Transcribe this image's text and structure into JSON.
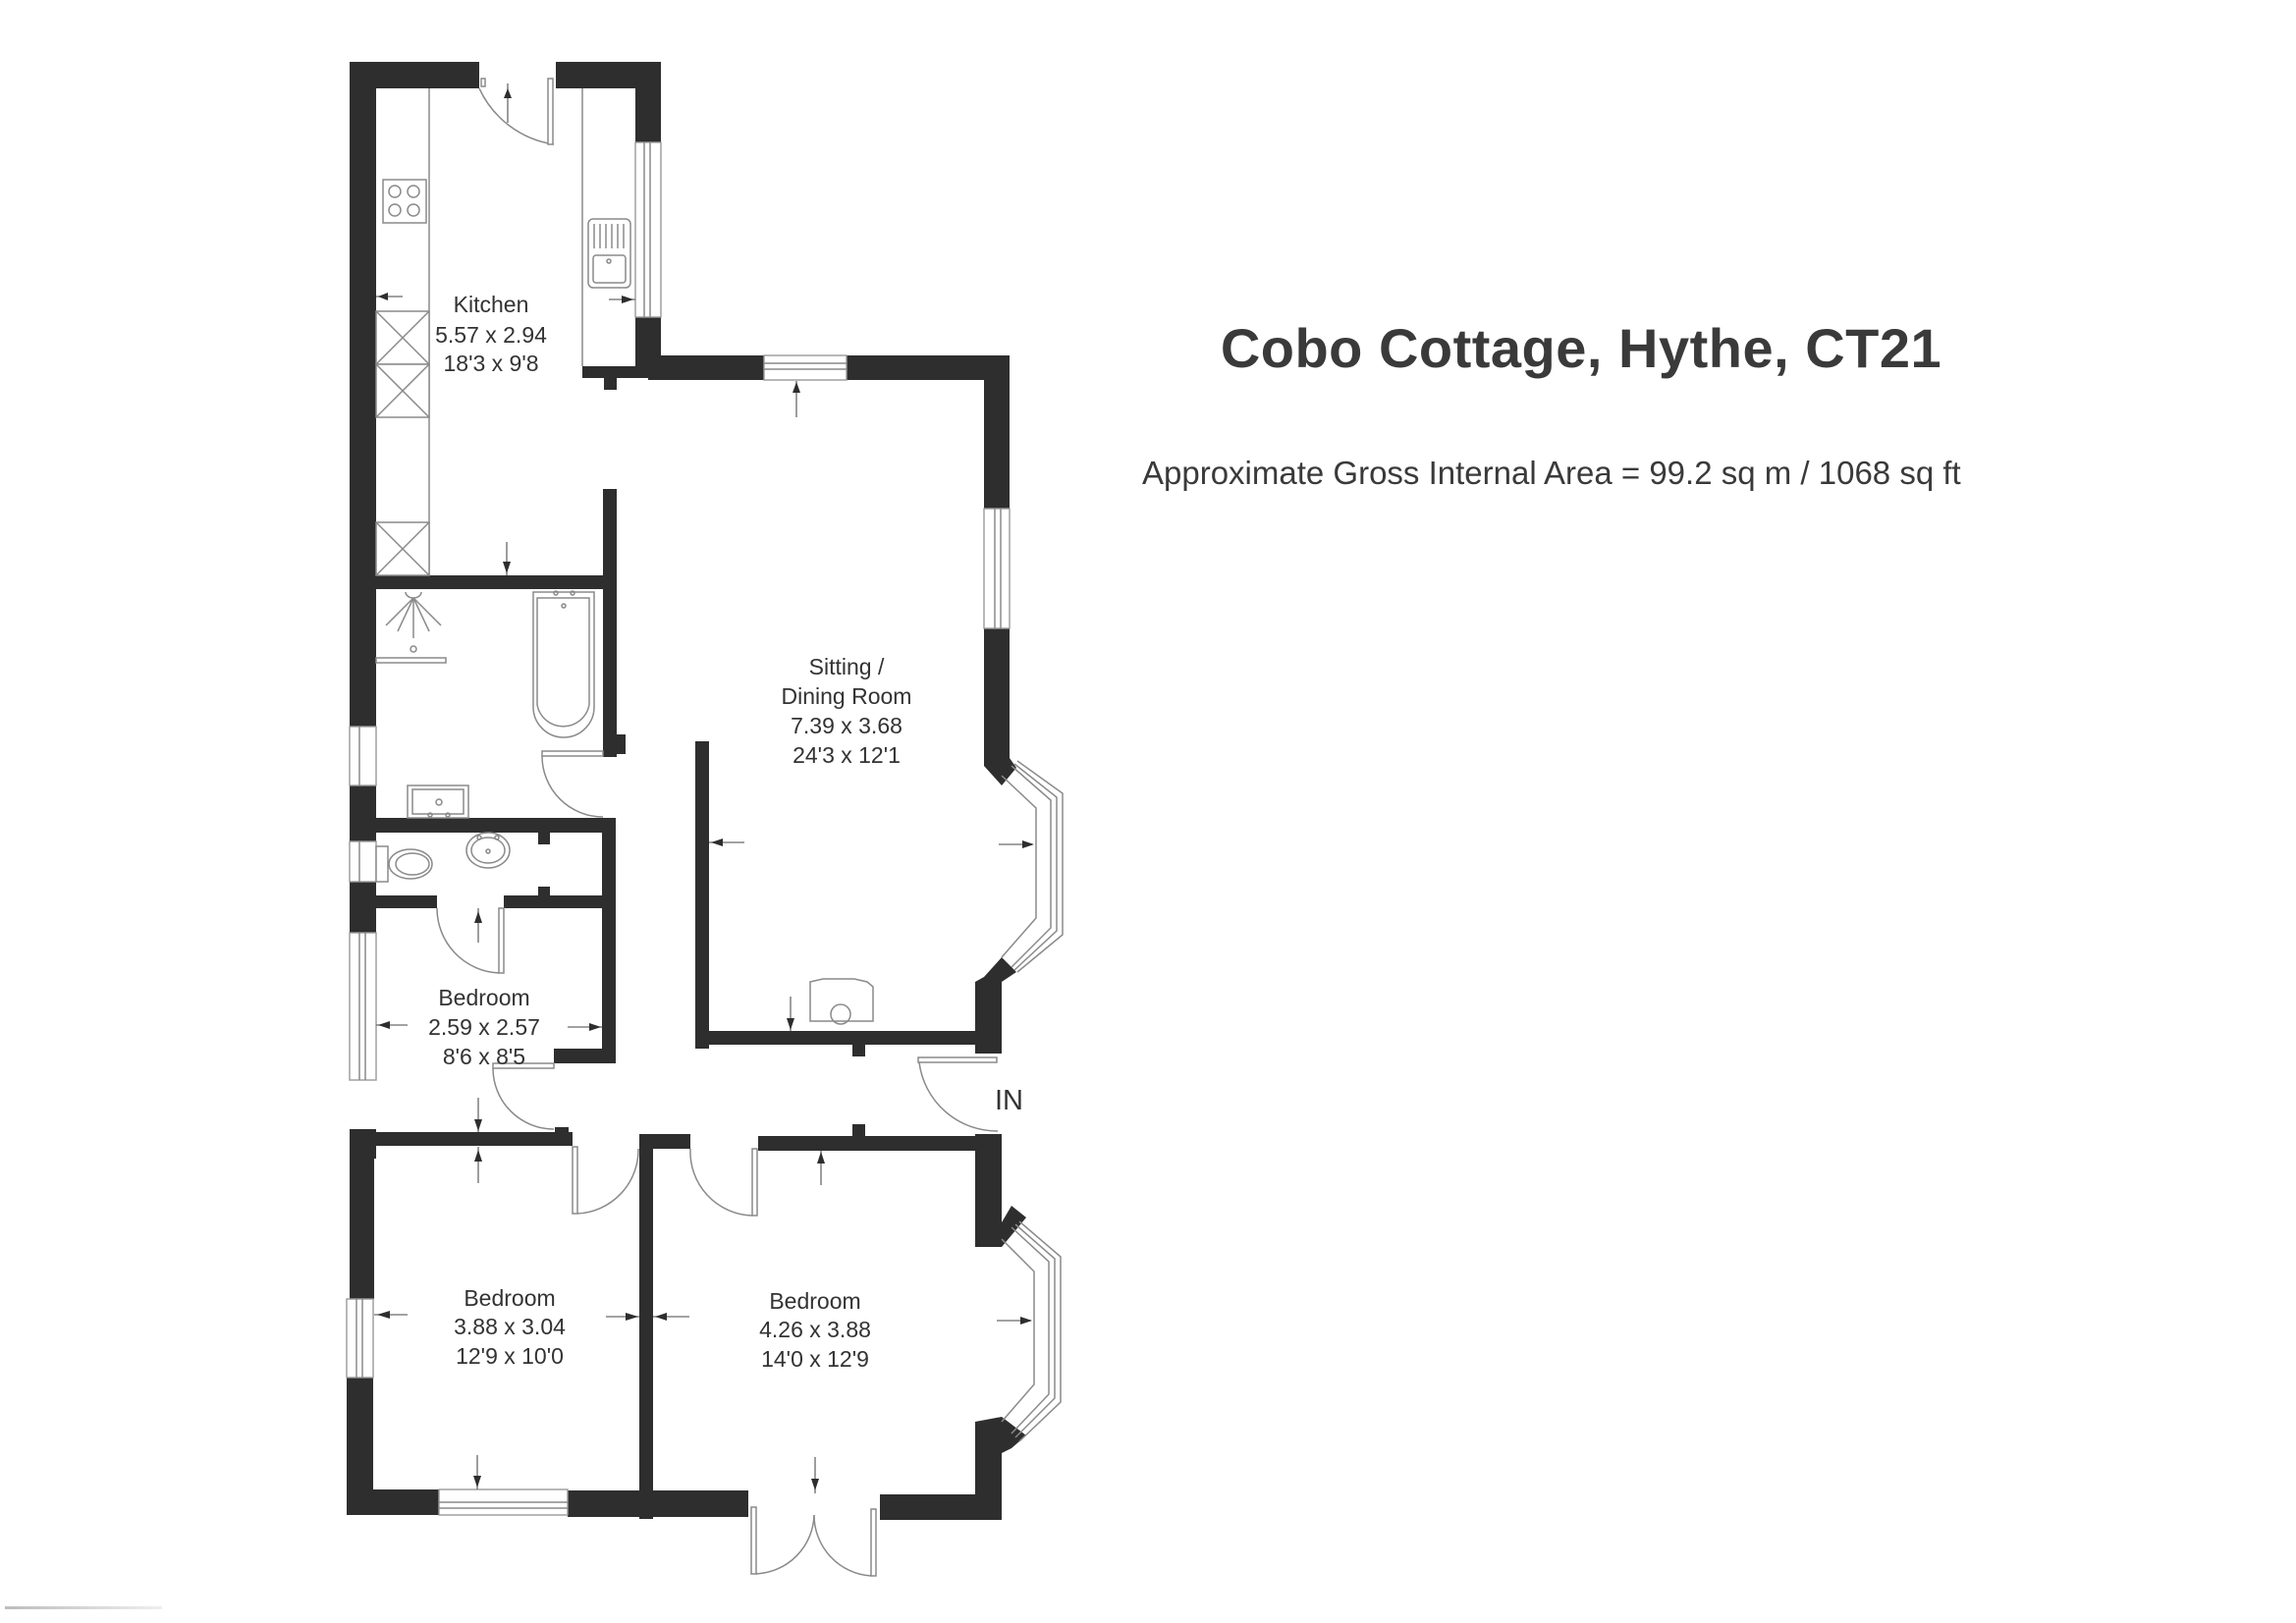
{
  "header": {
    "title": "Cobo Cottage, Hythe, CT21",
    "area_text": "Approximate Gross Internal Area = 99.2 sq m / 1068 sq ft"
  },
  "rooms": [
    {
      "name": "Kitchen",
      "metric": "5.57 x 2.94",
      "imperial": "18'3 x 9'8"
    },
    {
      "name_line1": "Sitting /",
      "name_line2": "Dining Room",
      "metric": "7.39 x 3.68",
      "imperial": "24'3 x 12'1"
    },
    {
      "name": "Bedroom",
      "metric": "2.59 x 2.57",
      "imperial": "8'6 x 8'5"
    },
    {
      "name": "Bedroom",
      "metric": "3.88 x 3.04",
      "imperial": "12'9 x 10'0"
    },
    {
      "name": "Bedroom",
      "metric": "4.26 x 3.88",
      "imperial": "14'0 x 12'9"
    }
  ],
  "entrance": {
    "label": "IN"
  },
  "colors": {
    "wall": "#2e2e2e",
    "line": "#8a8a8a",
    "text": "#333333",
    "background": "#ffffff"
  }
}
